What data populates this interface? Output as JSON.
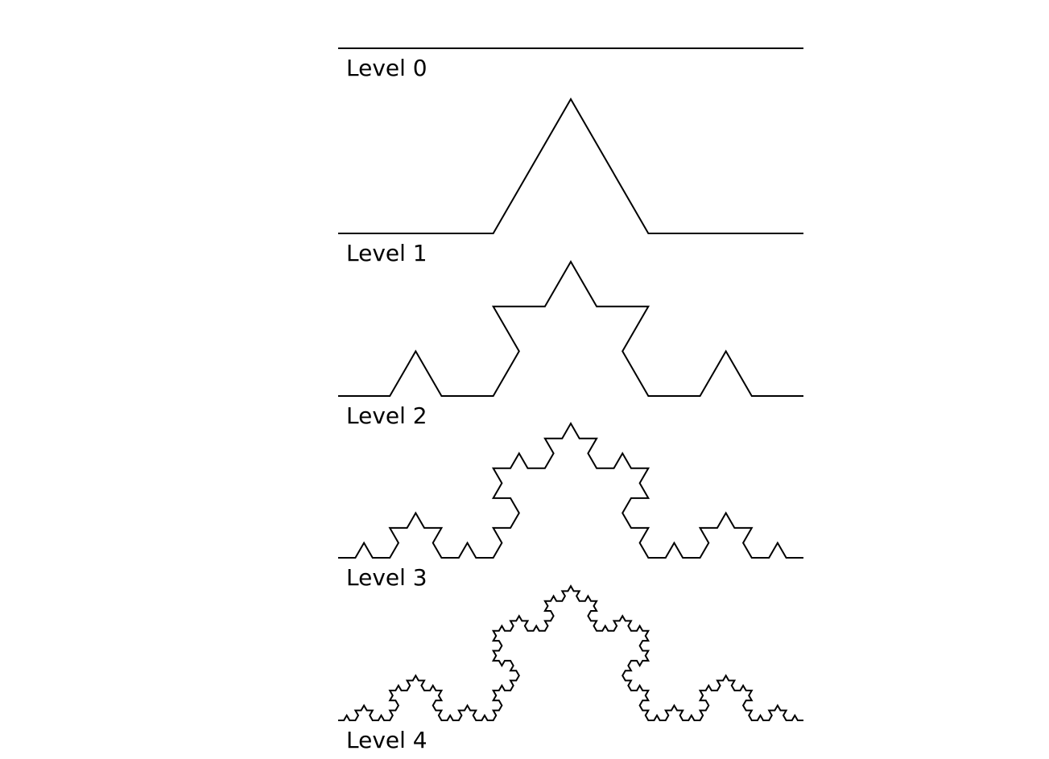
{
  "diagram": {
    "stroke_color": "#000000",
    "background_color": "#ffffff",
    "levels": [
      {
        "depth": 0,
        "label": "Level 0"
      },
      {
        "depth": 1,
        "label": "Level 1"
      },
      {
        "depth": 2,
        "label": "Level 2"
      },
      {
        "depth": 3,
        "label": "Level 3"
      },
      {
        "depth": 4,
        "label": "Level 4"
      }
    ]
  }
}
